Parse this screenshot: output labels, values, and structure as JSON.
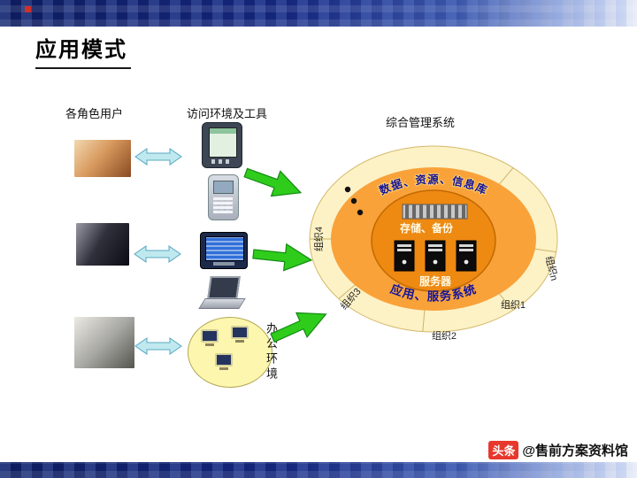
{
  "title": "应用模式",
  "labels": {
    "users": "各角色用户",
    "tools": "访问环境及工具",
    "system": "综合管理系统",
    "office": "办公环境"
  },
  "ring": {
    "arc_top": "数据、资源、信息库",
    "arc_bottom": "应用、服务系统",
    "storage_label": "存储、备份",
    "server_label": "服务器",
    "orgs": [
      "组织4",
      "组织3",
      "组织2",
      "组织1",
      "组织n"
    ]
  },
  "footer": {
    "logo": "头条",
    "handle": "@售前方案资料馆"
  },
  "colors": {
    "bar_navy": "#15267C",
    "outer_ring": "#FDF2C6",
    "middle_ring": "#F9A23A",
    "inner_circle": "#EE8912",
    "arc_text": "#15159B",
    "green_arrow": "#2FCC1C",
    "cyan_arrow": "#BFE9EF",
    "office_fill": "#FDF6AE",
    "logo_red": "#E8372C"
  }
}
